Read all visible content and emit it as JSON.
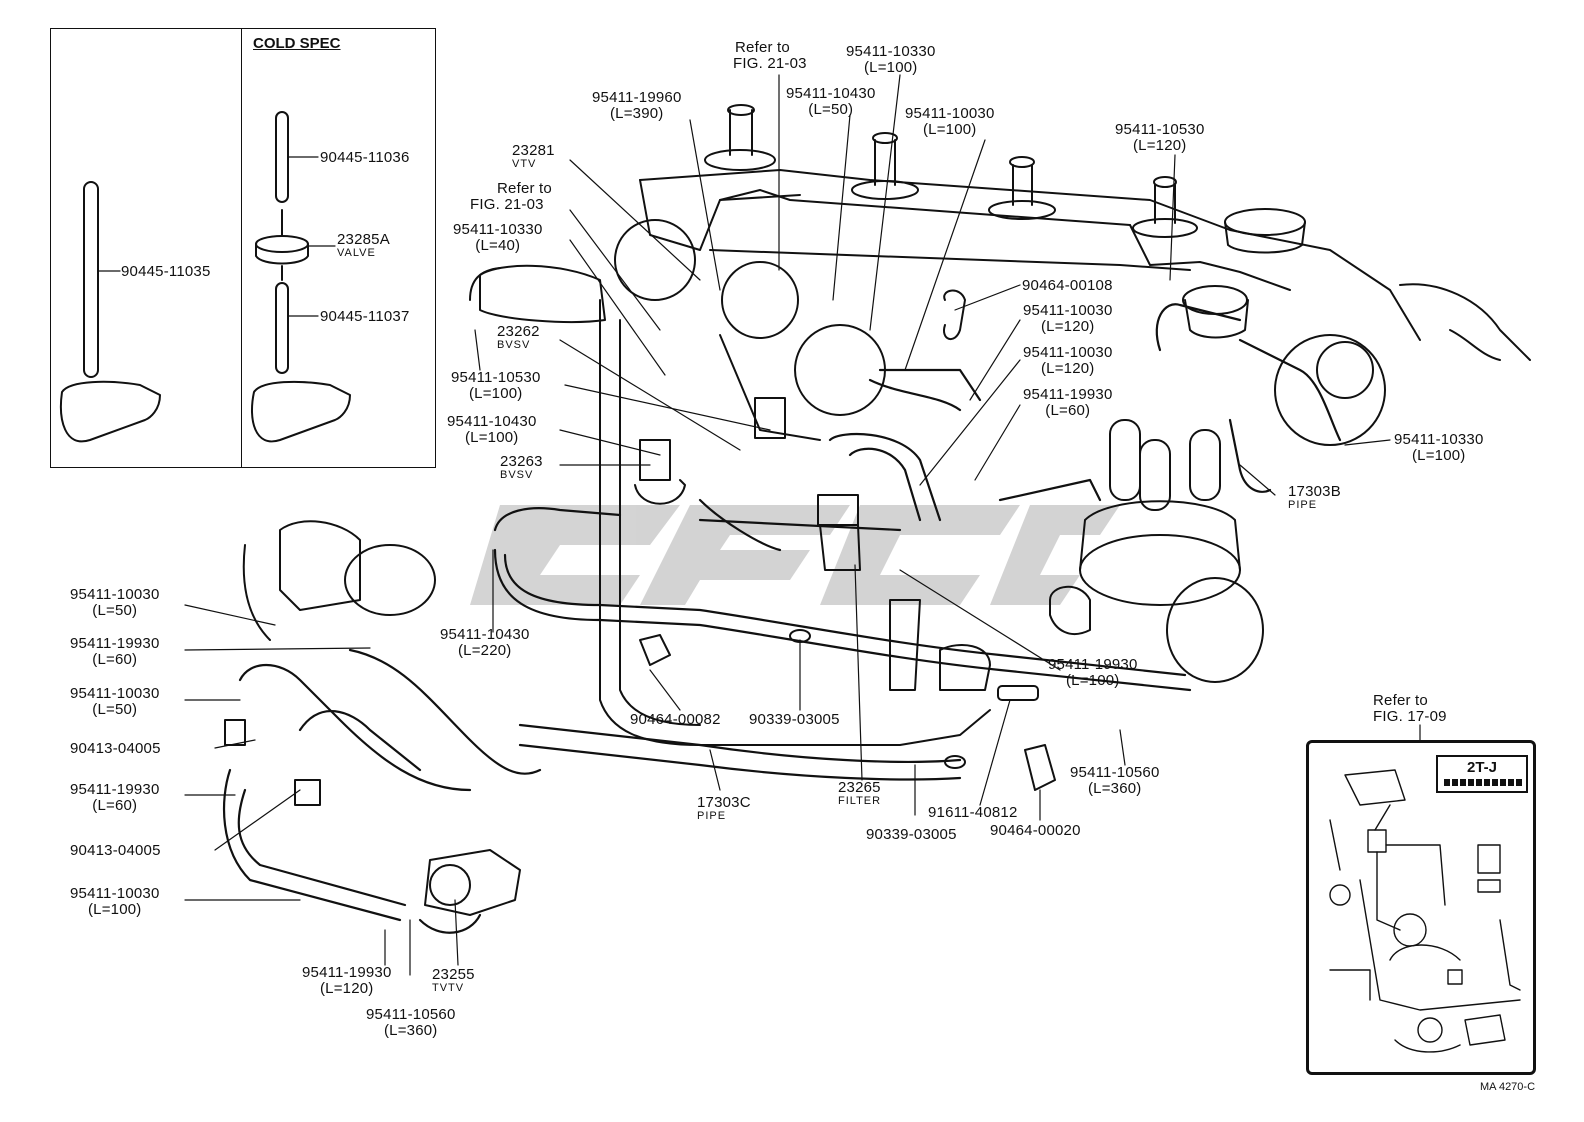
{
  "inset": {
    "cold_spec_title": "COLD SPEC",
    "left_part": "90445-11035",
    "cold_parts": [
      {
        "id": "cs1",
        "number": "90445-11036",
        "sub": ""
      },
      {
        "id": "cs2",
        "number": "23285A",
        "sub": "VALVE"
      },
      {
        "id": "cs3",
        "number": "90445-11037",
        "sub": ""
      }
    ]
  },
  "references": {
    "fig_21_03_top": [
      "Refer to",
      "FIG. 21-03"
    ],
    "fig_21_03_left": [
      "Refer to",
      "FIG. 21-03"
    ],
    "fig_17_09": [
      "Refer to",
      "FIG. 17-09"
    ]
  },
  "parts": [
    {
      "number": "95411-19960",
      "length": "(L=390)"
    },
    {
      "number": "95411-10430",
      "length": "(L=50)"
    },
    {
      "number": "95411-10330",
      "length": "(L=100)"
    },
    {
      "number": "95411-10030",
      "length": "(L=100)"
    },
    {
      "number": "23281",
      "sub": "VTV"
    },
    {
      "number": "95411-10330",
      "length": "(L=40)"
    },
    {
      "number": "23262",
      "sub": "BVSV"
    },
    {
      "number": "95411-10530",
      "length": "(L=100)"
    },
    {
      "number": "95411-10430",
      "length": "(L=100)"
    },
    {
      "number": "23263",
      "sub": "BVSV"
    },
    {
      "number": "95411-10530",
      "length": "(L=120)"
    },
    {
      "number": "90464-00108",
      "length": ""
    },
    {
      "number": "95411-10030",
      "length": "(L=120)"
    },
    {
      "number": "95411-10030",
      "length": "(L=120)"
    },
    {
      "number": "95411-19930",
      "length": "(L=60)"
    },
    {
      "number": "95411-10330",
      "length": "(L=100)"
    },
    {
      "number": "17303B",
      "sub": "PIPE"
    },
    {
      "number": "95411-10030",
      "length": "(L=50)"
    },
    {
      "number": "95411-19930",
      "length": "(L=60)"
    },
    {
      "number": "95411-10030",
      "length": "(L=50)"
    },
    {
      "number": "90413-04005",
      "length": ""
    },
    {
      "number": "95411-19930",
      "length": "(L=60)"
    },
    {
      "number": "90413-04005",
      "length": ""
    },
    {
      "number": "95411-10030",
      "length": "(L=100)"
    },
    {
      "number": "95411-19930",
      "length": "(L=120)"
    },
    {
      "number": "95411-10560",
      "length": "(L=360)"
    },
    {
      "number": "23255",
      "sub": "TVTV"
    },
    {
      "number": "95411-10430",
      "length": "(L=220)"
    },
    {
      "number": "90464-00082",
      "length": ""
    },
    {
      "number": "90339-03005",
      "length": ""
    },
    {
      "number": "17303C",
      "sub": "PIPE"
    },
    {
      "number": "23265",
      "sub": "FILTER"
    },
    {
      "number": "90339-03005",
      "length": ""
    },
    {
      "number": "91611-40812",
      "length": ""
    },
    {
      "number": "90464-00020",
      "length": ""
    },
    {
      "number": "95411-19930",
      "length": "(L=100)"
    },
    {
      "number": "95411-10560",
      "length": "(L=360)"
    }
  ],
  "vacuum_map": {
    "engine_code": "2T-J"
  },
  "drawing_code": "MA 4270-C",
  "colors": {
    "line": "#111111",
    "watermark": "#c8c8c8"
  }
}
